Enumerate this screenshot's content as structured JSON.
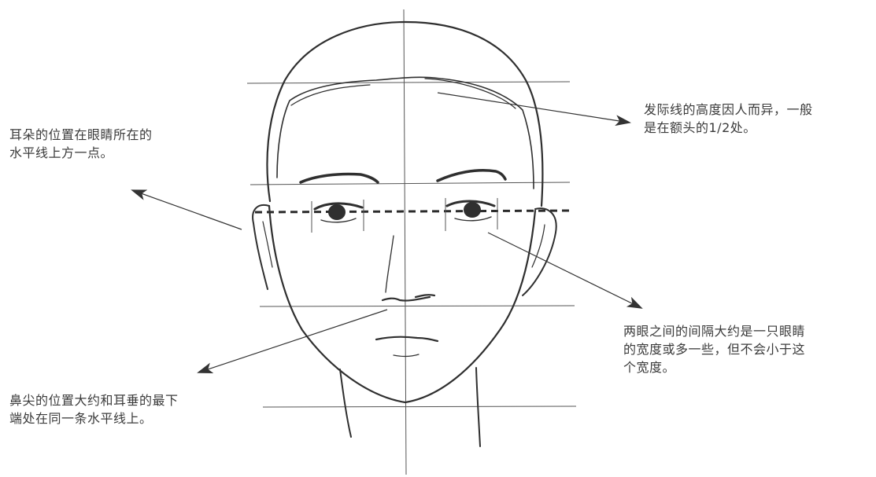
{
  "annotations": {
    "ear": {
      "lines": [
        "耳朵的位置在眼睛所在的",
        "水平线上方一点。"
      ]
    },
    "hairline": {
      "lines": [
        "发际线的高度因人而异，一般",
        "是在额头的1/2处。"
      ]
    },
    "eyes": {
      "lines": [
        "两眼之间的间隔大约是一只眼睛",
        "的宽度或多一些，但不会小于这",
        "个宽度。"
      ]
    },
    "nose": {
      "lines": [
        "鼻尖的位置大约和耳垂的最下",
        "端处在同一条水平线上。"
      ]
    }
  },
  "colors": {
    "pencil": "#2f2f2f",
    "guide": "#4a4a4a",
    "text": "#3b3b3b",
    "arrow": "#333333"
  }
}
